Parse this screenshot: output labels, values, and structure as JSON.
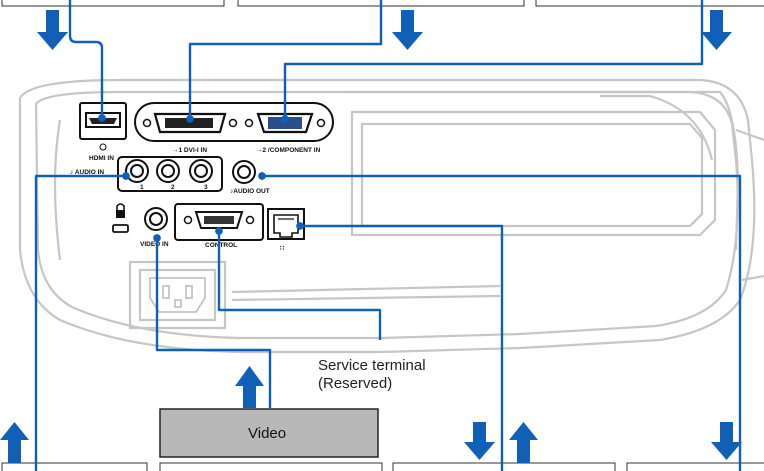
{
  "port_labels": {
    "hdmi": "HDMI IN",
    "dvi": "→1 DVI-I IN",
    "component": "→2 /COMPONENT IN",
    "audio_in": "♪ AUDIO IN",
    "audio_in_1": "1",
    "audio_in_2": "2",
    "audio_in_3": "3",
    "audio_out": "♪AUDIO OUT",
    "video_in": "VIDEO IN",
    "control": "CONTROL",
    "lan": "∷"
  },
  "service_note_line1": "Service terminal",
  "service_note_line2": "(Reserved)",
  "video_box_label": "Video",
  "colors": {
    "line": "#1060b8",
    "arrow": "#1060b8",
    "projector_outline": "#c4c4c4",
    "panel_outline": "#111111",
    "video_box_fill": "#b8b8b8"
  },
  "icons": [
    "lock-icon",
    "lan-icon",
    "hdmi-port-icon",
    "power-inlet-icon"
  ]
}
